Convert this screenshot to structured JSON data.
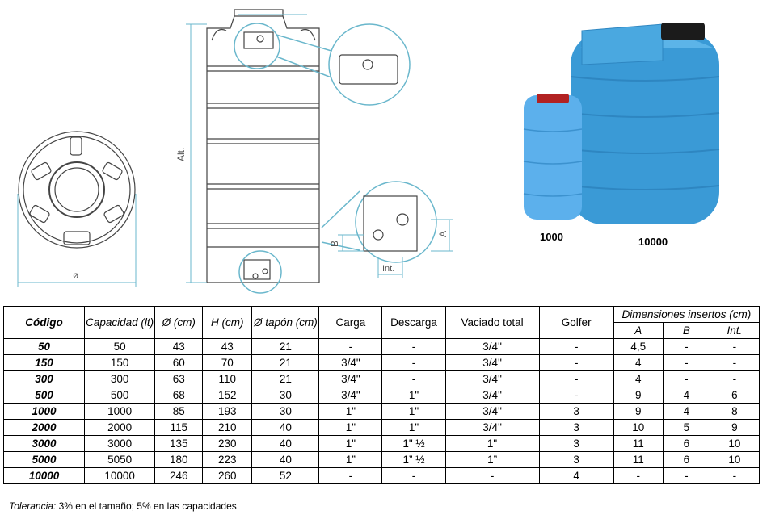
{
  "drawings": {
    "label_diameter": "ø",
    "label_height": "Alt.",
    "label_b": "B",
    "label_a": "A",
    "label_int": "Int.",
    "photo_small_label": "1000",
    "photo_large_label": "10000",
    "tank_color": "#3a9ad6",
    "line_color": "#444444",
    "accent_line_color": "#6ab7cc"
  },
  "table": {
    "headers": {
      "codigo": "Código",
      "capacidad": "Capacidad (lt)",
      "diametro": "Ø (cm)",
      "altura": "H (cm)",
      "tapon": "Ø tapón (cm)",
      "carga": "Carga",
      "descarga": "Descarga",
      "vaciado": "Vaciado total",
      "golfer": "Golfer",
      "dimensiones": "Dimensiones insertos (cm)",
      "a": "A",
      "b": "B",
      "int": "Int."
    },
    "rows": [
      {
        "codigo": "50",
        "capacidad": "50",
        "diametro": "43",
        "altura": "43",
        "tapon": "21",
        "carga": "-",
        "descarga": "-",
        "vaciado": "3/4\"",
        "golfer": "-",
        "a": "4,5",
        "b": "-",
        "int": "-"
      },
      {
        "codigo": "150",
        "capacidad": "150",
        "diametro": "60",
        "altura": "70",
        "tapon": "21",
        "carga": "3/4\"",
        "descarga": "-",
        "vaciado": "3/4\"",
        "golfer": "-",
        "a": "4",
        "b": "-",
        "int": "-"
      },
      {
        "codigo": "300",
        "capacidad": "300",
        "diametro": "63",
        "altura": "110",
        "tapon": "21",
        "carga": "3/4\"",
        "descarga": "-",
        "vaciado": "3/4\"",
        "golfer": "-",
        "a": "4",
        "b": "-",
        "int": "-"
      },
      {
        "codigo": "500",
        "capacidad": "500",
        "diametro": "68",
        "altura": "152",
        "tapon": "30",
        "carga": "3/4\"",
        "descarga": "1\"",
        "vaciado": "3/4\"",
        "golfer": "-",
        "a": "9",
        "b": "4",
        "int": "6"
      },
      {
        "codigo": "1000",
        "capacidad": "1000",
        "diametro": "85",
        "altura": "193",
        "tapon": "30",
        "carga": "1\"",
        "descarga": "1\"",
        "vaciado": "3/4\"",
        "golfer": "3",
        "a": "9",
        "b": "4",
        "int": "8"
      },
      {
        "codigo": "2000",
        "capacidad": "2000",
        "diametro": "115",
        "altura": "210",
        "tapon": "40",
        "carga": "1\"",
        "descarga": "1\"",
        "vaciado": "3/4\"",
        "golfer": "3",
        "a": "10",
        "b": "5",
        "int": "9"
      },
      {
        "codigo": "3000",
        "capacidad": "3000",
        "diametro": "135",
        "altura": "230",
        "tapon": "40",
        "carga": "1\"",
        "descarga": "1\" ½",
        "vaciado": "1\"",
        "golfer": "3",
        "a": "11",
        "b": "6",
        "int": "10"
      },
      {
        "codigo": "5000",
        "capacidad": "5050",
        "diametro": "180",
        "altura": "223",
        "tapon": "40",
        "carga": "1”",
        "descarga": "1” ½",
        "vaciado": "1”",
        "golfer": "3",
        "a": "11",
        "b": "6",
        "int": "10"
      },
      {
        "codigo": "10000",
        "capacidad": "10000",
        "diametro": "246",
        "altura": "260",
        "tapon": "52",
        "carga": "-",
        "descarga": "-",
        "vaciado": "-",
        "golfer": "4",
        "a": "-",
        "b": "-",
        "int": "-"
      }
    ]
  },
  "footnote": {
    "label": "Tolerancia:",
    "text": " 3% en el tamaño; 5% en las capacidades"
  }
}
